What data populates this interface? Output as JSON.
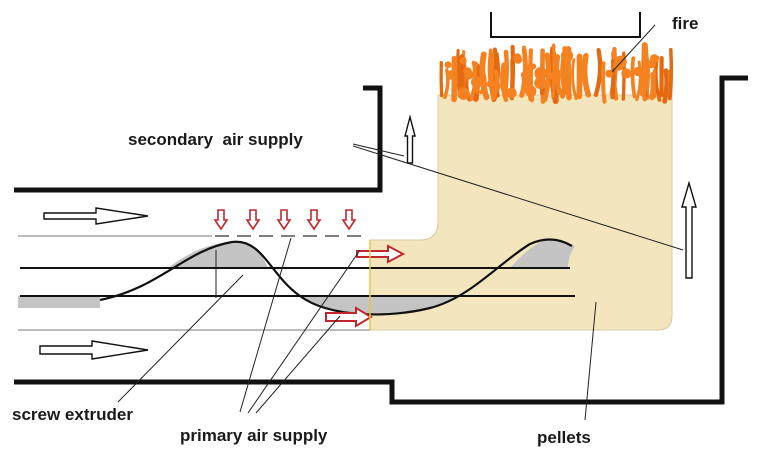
{
  "labels": {
    "fire": "fire",
    "secondary_air": "secondary  air supply",
    "screw_extruder": "screw extruder",
    "primary_air": "primary air supply",
    "pellets": "pellets"
  },
  "colors": {
    "pellet_fill": "#f3e6bf",
    "pellet_edge": "#d8c9a0",
    "flame": "#f58220",
    "flame_dark": "#e36a10",
    "screw_fill": "#c4c4c4",
    "primary_arrow": "#c0282d",
    "wall": "#111111"
  },
  "icons": {
    "up_arrow": "up-arrow-icon",
    "right_arrow": "right-arrow-icon",
    "down_arrow": "down-arrow-icon"
  }
}
